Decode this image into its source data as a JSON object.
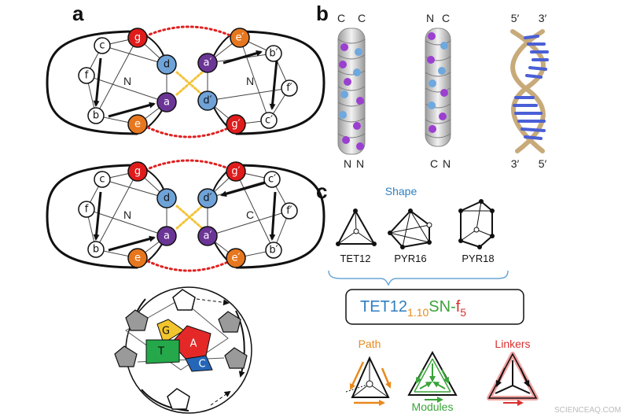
{
  "panels": {
    "a": "a",
    "b": "b",
    "c": "c"
  },
  "colors": {
    "red": "#e01b1b",
    "orange": "#e7771e",
    "blue": "#6fa3d8",
    "purple": "#6b3596",
    "white": "#ffffff",
    "dotted_red": "#e02020",
    "dotted_gold": "#f3c33a",
    "title_blue": "#2f7fc1",
    "path_orange": "#e8891c",
    "module_green": "#3aa43a",
    "linker_red": "#d93030",
    "helix_blue": "#4a5fd6",
    "helix_tan": "#c8aa7a",
    "watermark": "#bbbbbb"
  },
  "wheel_top": {
    "left_core": "N",
    "right_core": "N",
    "left_nodes": [
      "g",
      "c",
      "d",
      "f",
      "a",
      "b",
      "e"
    ],
    "right_nodes": [
      "e′",
      "b′",
      "a′",
      "f′",
      "d′",
      "c′",
      "g′"
    ]
  },
  "wheel_mid": {
    "left_core": "N",
    "right_core": "C",
    "left_nodes": [
      "g",
      "c",
      "d",
      "f",
      "a",
      "b",
      "e"
    ],
    "right_nodes": [
      "g′",
      "c′",
      "d′",
      "f′",
      "a′",
      "b′",
      "e′"
    ]
  },
  "wheel_bottom": {
    "pieces": [
      "G",
      "A",
      "T",
      "C"
    ]
  },
  "helices": {
    "h1_top": [
      "C",
      "C"
    ],
    "h1_bottom": [
      "N",
      "N"
    ],
    "h2_top": [
      "N",
      "C"
    ],
    "h2_bottom": [
      "C",
      "N"
    ],
    "dna_top": [
      "5′",
      "3′"
    ],
    "dna_bottom": [
      "3′",
      "5′"
    ]
  },
  "shape": {
    "title": "Shape",
    "items": [
      "TET12",
      "PYR16",
      "PYR18"
    ]
  },
  "formula": {
    "part1": "TET12",
    "part2": "1.10",
    "part3": "SN-",
    "part4": "f",
    "part5": "5"
  },
  "bottom_labels": {
    "path": "Path",
    "modules": "Modules",
    "linkers": "Linkers"
  },
  "watermark": "SCIENCEAQ.COM"
}
